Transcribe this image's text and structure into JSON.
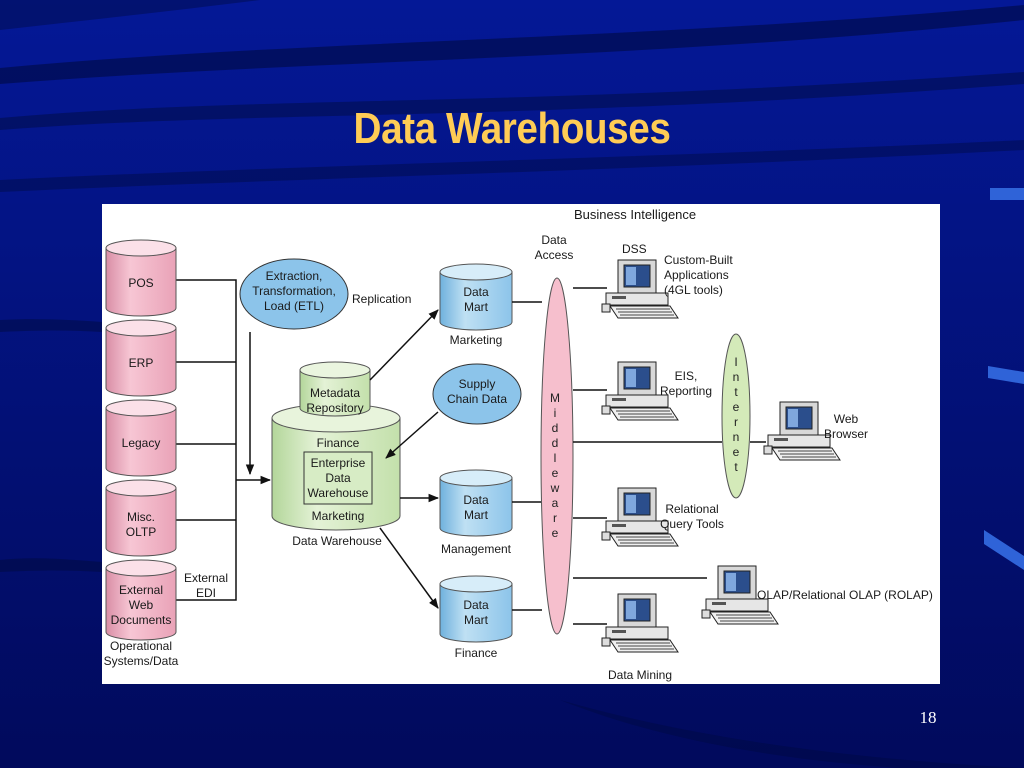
{
  "slide": {
    "title": "Data Warehouses",
    "page_number": "18"
  },
  "diagram": {
    "heading": "Business Intelligence",
    "sources": [
      "POS",
      "ERP",
      "Legacy",
      "Misc.\nOLTP",
      "External\nWeb\nDocuments"
    ],
    "sources_caption": "Operational\nSystems/Data",
    "external_edi": "External\nEDI",
    "etl": "Extraction,\nTransformation,\nLoad (ETL)",
    "replication": "Replication",
    "metadata": "Metadata\nRepository",
    "warehouse": {
      "top": "Finance",
      "core": "Enterprise\nData\nWarehouse",
      "bottom": "Marketing",
      "caption": "Data Warehouse"
    },
    "supply_chain": "Supply\nChain Data",
    "data_marts": [
      {
        "label": "Data\nMart",
        "caption": "Marketing"
      },
      {
        "label": "Data\nMart",
        "caption": "Management"
      },
      {
        "label": "Data\nMart",
        "caption": "Finance"
      }
    ],
    "data_access": "Data\nAccess",
    "middleware_letters": [
      "M",
      "i",
      "d",
      "d",
      "l",
      "e",
      "w",
      "a",
      "r",
      "e"
    ],
    "internet_letters": [
      "I",
      "n",
      "t",
      "e",
      "r",
      "n",
      "e",
      "t"
    ],
    "tools": {
      "dss": "DSS",
      "custom": "Custom-Built\nApplications\n(4GL tools)",
      "eis": "EIS,\nReporting",
      "relational": "Relational\nQuery Tools",
      "olap": "OLAP/Relational OLAP (ROLAP)",
      "data_mining": "Data Mining",
      "web_browser": "Web\nBrowser"
    },
    "colors": {
      "source_fill": "#f4b4c6",
      "source_top": "#fbe0e8",
      "ellipse_fill": "#8cc4ea",
      "mart_fill": "#9ccce9",
      "warehouse_fill": "#cfe7b7",
      "middleware_fill": "#f6bfcd",
      "internet_fill": "#d4eab9",
      "title_color": "#ffcc55",
      "background": "#02107a"
    }
  }
}
